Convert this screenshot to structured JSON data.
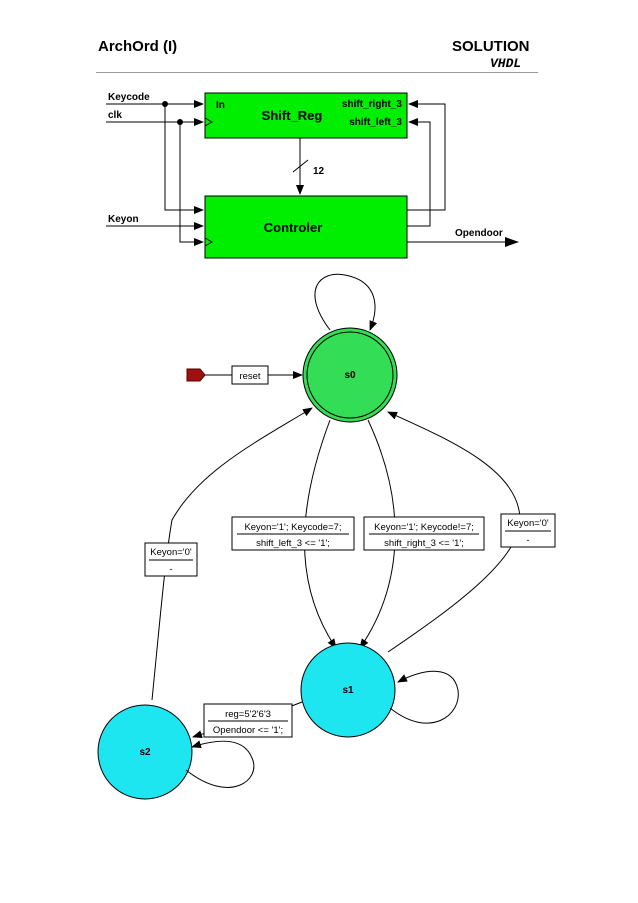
{
  "header": {
    "left": "ArchOrd (I)",
    "right": "SOLUTION",
    "sub": "VHDL"
  },
  "block_diagram": {
    "inputs": {
      "keycode": "Keycode",
      "clk": "clk",
      "keyon": "Keyon"
    },
    "shift_reg": {
      "name": "Shift_Reg",
      "in_port": "In",
      "out_right": "shift_right_3",
      "out_left": "shift_left_3"
    },
    "bus_width": "12",
    "controler": {
      "name": "Controler"
    },
    "output": "Opendoor",
    "block_color": "#00ee00"
  },
  "fsm": {
    "reset_label": "reset",
    "states": {
      "s0": "s0",
      "s1": "s1",
      "s2": "s2"
    },
    "state_colors": {
      "initial": "#33dd55",
      "normal": "#1ee6f0"
    },
    "transitions": {
      "s0_s1_a": {
        "cond": "Keyon='1'; Keycode=7;",
        "action": "shift_left_3 <= '1';"
      },
      "s0_s1_b": {
        "cond": "Keyon='1'; Keycode!=7;",
        "action": "shift_right_3 <= '1';"
      },
      "s1_s0": {
        "cond": "Keyon='0'",
        "action": "-"
      },
      "s2_s0": {
        "cond": "Keyon='0'",
        "action": "-"
      },
      "s1_s2": {
        "cond": "reg=5'2'6'3",
        "action": "Opendoor <= '1';"
      }
    }
  }
}
